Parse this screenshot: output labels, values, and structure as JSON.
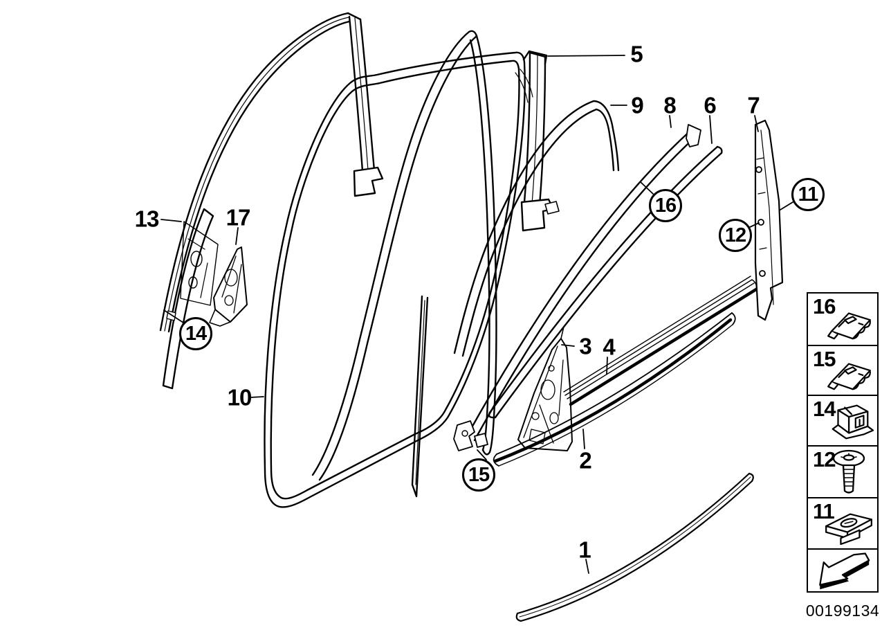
{
  "colors": {
    "line": "#000000",
    "background": "#ffffff"
  },
  "drawing_number": "00199134",
  "callouts": [
    {
      "label": "1",
      "circled": false
    },
    {
      "label": "2",
      "circled": false
    },
    {
      "label": "3",
      "circled": false
    },
    {
      "label": "4",
      "circled": false
    },
    {
      "label": "5",
      "circled": false
    },
    {
      "label": "6",
      "circled": false
    },
    {
      "label": "7",
      "circled": false
    },
    {
      "label": "8",
      "circled": false
    },
    {
      "label": "9",
      "circled": false
    },
    {
      "label": "10",
      "circled": false
    },
    {
      "label": "13",
      "circled": false
    },
    {
      "label": "17",
      "circled": false
    },
    {
      "label": "11",
      "circled": true
    },
    {
      "label": "12",
      "circled": true
    },
    {
      "label": "14",
      "circled": true
    },
    {
      "label": "15",
      "circled": true
    },
    {
      "label": "16",
      "circled": true
    }
  ],
  "legend": {
    "items": [
      {
        "label": "16",
        "icon": "spring-clip-icon"
      },
      {
        "label": "15",
        "icon": "spring-clip-icon"
      },
      {
        "label": "14",
        "icon": "clamp-icon"
      },
      {
        "label": "12",
        "icon": "screw-icon"
      },
      {
        "label": "11",
        "icon": "slide-nut-icon"
      }
    ],
    "nav_arrow_icon": "back-arrow-icon"
  }
}
